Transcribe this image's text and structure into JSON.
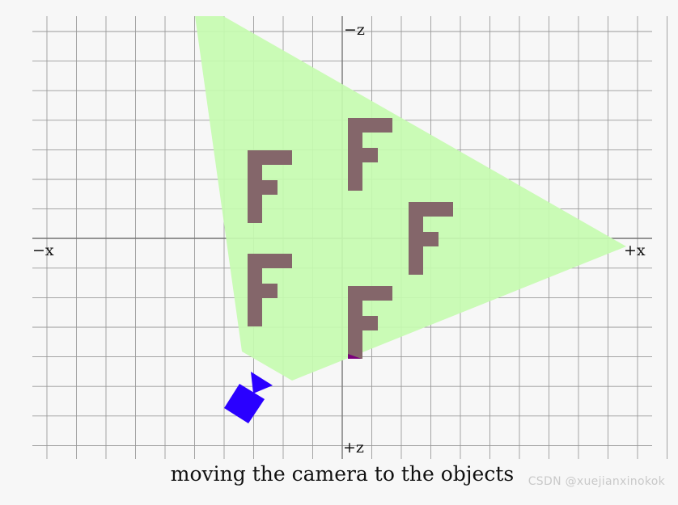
{
  "diagram": {
    "axes": {
      "neg_x": "−x",
      "pos_x": "+x",
      "neg_z": "−z",
      "pos_z": "+z"
    },
    "caption": "moving the camera to the objects",
    "watermark": "CSDN @xuejianxinokok",
    "colors": {
      "background": "#f7f7f7",
      "grid": "#9a9a9a",
      "axis": "#777777",
      "frustum": "#c6fbb0",
      "letter_f": "#84666a",
      "camera": "#2a00ff",
      "near_highlight": "#7a007a"
    }
  }
}
